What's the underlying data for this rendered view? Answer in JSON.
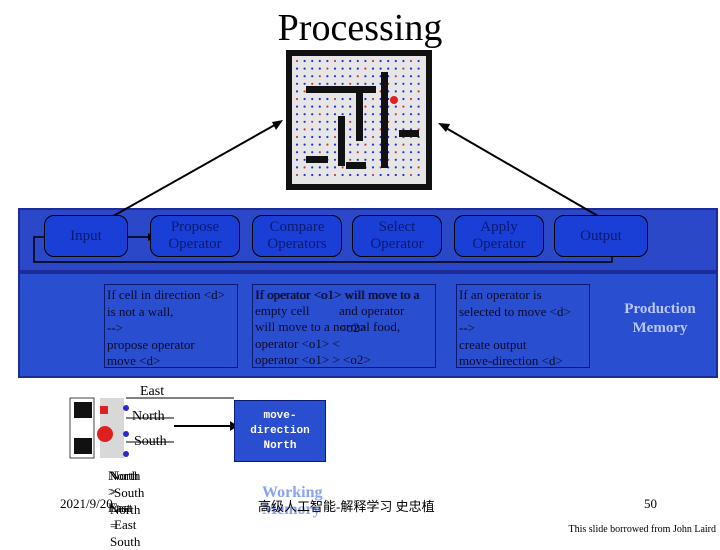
{
  "title": "Processing",
  "stages": {
    "input": "Input",
    "propose": "Propose Operator",
    "compare": "Compare Operators",
    "select": "Select Operator",
    "apply": "Apply Operator",
    "output": "Output"
  },
  "rules": {
    "propose": [
      "If cell in direction <d>",
      "is not a wall,",
      "-->",
      "propose operator",
      "move <d>"
    ],
    "compare_overlay": "If operator <o1> will move to a",
    "compare": [
      "empty cell",
      "will move to a normal food,",
      "operator <o1> <",
      "operator <o1> > <o2>"
    ],
    "compare_suffix": "and operator <o2>",
    "apply": [
      "If an operator is",
      "selected to move <d>",
      "-->",
      "create output",
      "move-direction <d>"
    ]
  },
  "production_memory": "Production Memory",
  "working_memory": {
    "east": "East",
    "north": "North",
    "south": "South",
    "prefs": [
      "North > East",
      "South > East",
      "North = South"
    ],
    "overlay_text": "North > East",
    "move_direction": [
      "move-",
      "direction",
      "North"
    ],
    "label": "Working Memory"
  },
  "footer": {
    "date": "2021/9/20",
    "course": "高级人工智能-解释学习  史忠植",
    "page": "50",
    "credit": "This slide borrowed from John Laird"
  },
  "colors": {
    "band": "#2a48c8",
    "stage": "#1a3fd6",
    "food": "#2a2ad0",
    "pacman": "#e02020",
    "wall": "#111111"
  }
}
